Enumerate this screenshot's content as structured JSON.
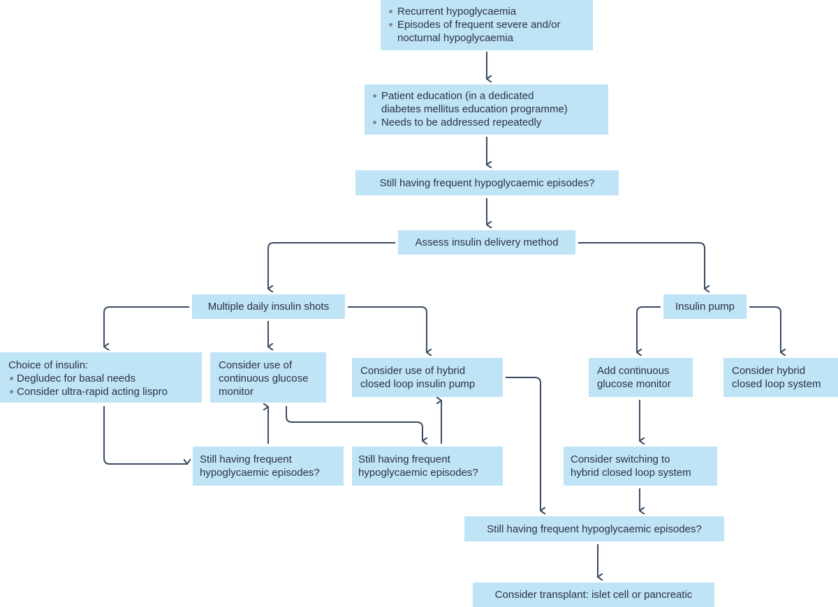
{
  "nodes": {
    "recurrent": {
      "bullets": [
        "Recurrent hypoglycaemia",
        "Episodes of frequent severe and/or",
        "nocturnal hypoglycaemia"
      ]
    },
    "education": {
      "bullets": [
        "Patient education (in a dedicated",
        "diabetes mellitus education programme)",
        "Needs to be addressed repeatedly"
      ]
    },
    "still_top": "Still having frequent hypoglycaemic episodes?",
    "assess": "Assess insulin delivery method",
    "mdi": "Multiple daily insulin shots",
    "pump": "Insulin pump",
    "choice": {
      "title": "Choice of insulin:",
      "bullets": [
        "Degludec for basal needs",
        "Consider ultra-rapid acting lispro"
      ]
    },
    "cgm": [
      "Consider use of",
      "continuous glucose",
      "monitor"
    ],
    "hybrid_pump": [
      "Consider use of hybrid",
      "closed loop insulin pump"
    ],
    "still_left": [
      "Still having frequent",
      "hypoglycaemic episodes?"
    ],
    "still_mid": [
      "Still having frequent",
      "hypoglycaemic episodes?"
    ],
    "add_cgm": [
      "Add continuous",
      "glucose monitor"
    ],
    "consider_hybrid": [
      "Consider hybrid",
      "closed loop system"
    ],
    "switch_hybrid": [
      "Consider switching to",
      "hybrid closed loop system"
    ],
    "still_bottom": "Still having frequent hypoglycaemic episodes?",
    "transplant": "Consider transplant: islet cell or pancreatic"
  },
  "colors": {
    "box_fill": "#bfe4f6",
    "arrow": "#3a4a60",
    "text": "#2b3240",
    "bullet": "#7d8a96"
  }
}
